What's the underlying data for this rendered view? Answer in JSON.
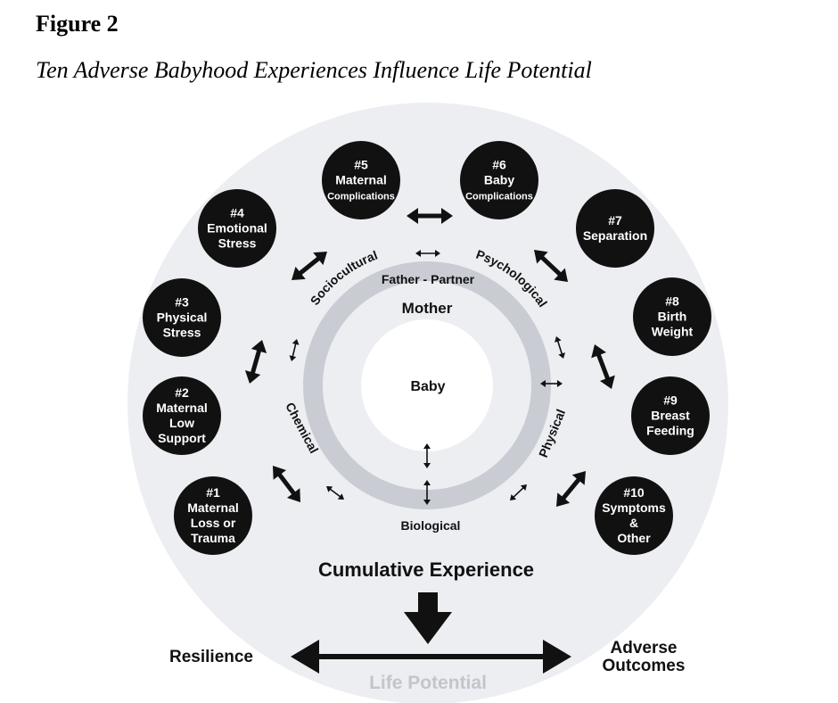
{
  "figure": {
    "label": "Figure 2",
    "title": "Ten Adverse Babyhood Experiences Influence Life Potential"
  },
  "center": {
    "baby": "Baby",
    "mother": "Mother",
    "father": "Father - Partner"
  },
  "domains": {
    "sociocultural": "Sociocultural",
    "psychological": "Psychological",
    "chemical": "Chemical",
    "physical": "Physical",
    "biological": "Biological"
  },
  "experiences": [
    {
      "num": "#1",
      "lines": [
        "Maternal",
        "Loss or",
        "Trauma"
      ]
    },
    {
      "num": "#2",
      "lines": [
        "Maternal",
        "Low",
        "Support"
      ]
    },
    {
      "num": "#3",
      "lines": [
        "Physical",
        "Stress"
      ]
    },
    {
      "num": "#4",
      "lines": [
        "Emotional",
        "Stress"
      ]
    },
    {
      "num": "#5",
      "lines": [
        "Maternal",
        "Complications"
      ]
    },
    {
      "num": "#6",
      "lines": [
        "Baby",
        "Complications"
      ]
    },
    {
      "num": "#7",
      "lines": [
        "Separation"
      ]
    },
    {
      "num": "#8",
      "lines": [
        "Birth",
        "Weight"
      ]
    },
    {
      "num": "#9",
      "lines": [
        "Breast",
        "Feeding"
      ]
    },
    {
      "num": "#10",
      "lines": [
        "Symptoms",
        "&",
        "Other"
      ]
    }
  ],
  "outcome": {
    "cumulative": "Cumulative Experience",
    "resilience": "Resilience",
    "adverse_1": "Adverse",
    "adverse_2": "Outcomes",
    "life_potential": "Life Potential"
  },
  "colors": {
    "outer_disc": "#edeef2",
    "ring": "#c9ccd3",
    "node": "#111111",
    "life_potential_text": "#c2c5cc"
  }
}
